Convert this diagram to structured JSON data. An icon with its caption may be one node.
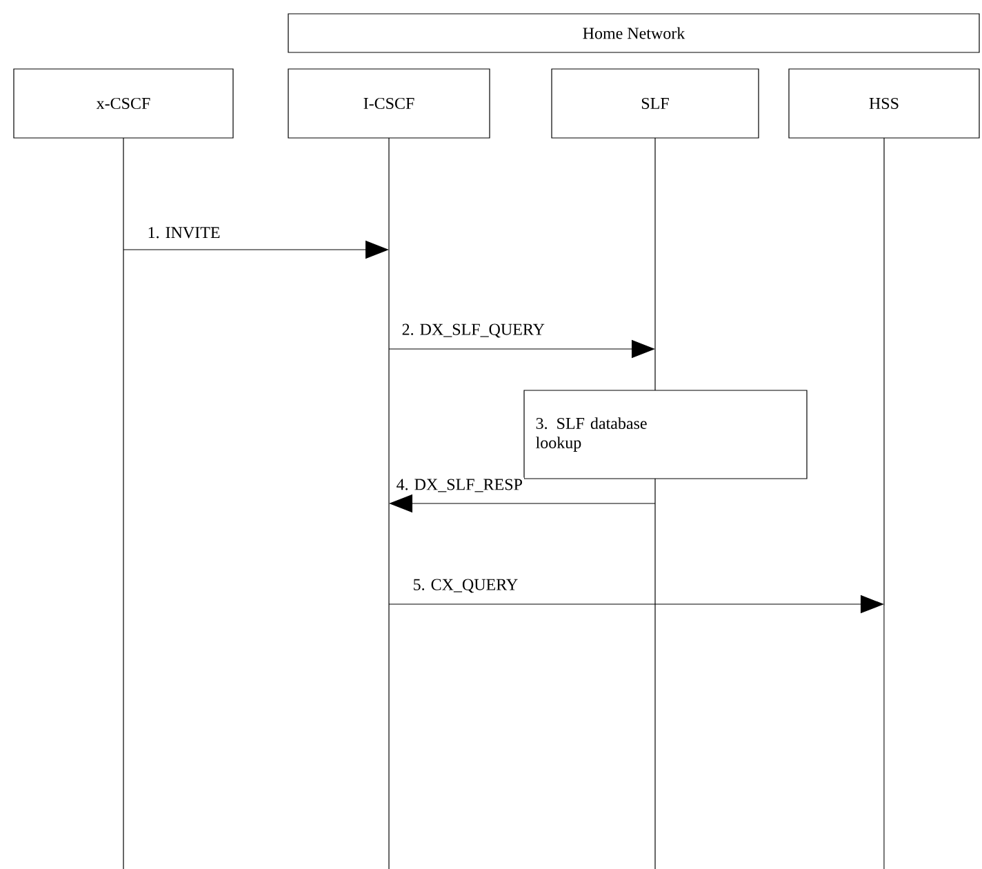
{
  "diagram": {
    "nodes": [
      {
        "text": [
          "Home Network"
        ]
      },
      {
        "text": [
          "x-CSCF"
        ]
      },
      {
        "text": [
          "I-CSCF"
        ]
      },
      {
        "text": [
          "SLF"
        ]
      },
      {
        "text": [
          "HSS"
        ]
      },
      {
        "text": [
          "3. SLF database lookup"
        ]
      }
    ],
    "edges": [
      {
        "from": 1,
        "to": 2,
        "arrow": "to",
        "label": "1. INVITE"
      },
      {
        "from": 2,
        "to": 3,
        "arrow": "to",
        "label": "2. DX_SLF_QUERY"
      },
      {
        "from": 3,
        "to": 2,
        "arrow": "to",
        "label": "4. DX_SLF_RESP"
      },
      {
        "from": 2,
        "to": 4,
        "arrow": "to",
        "label": "5. CX_QUERY"
      }
    ]
  }
}
